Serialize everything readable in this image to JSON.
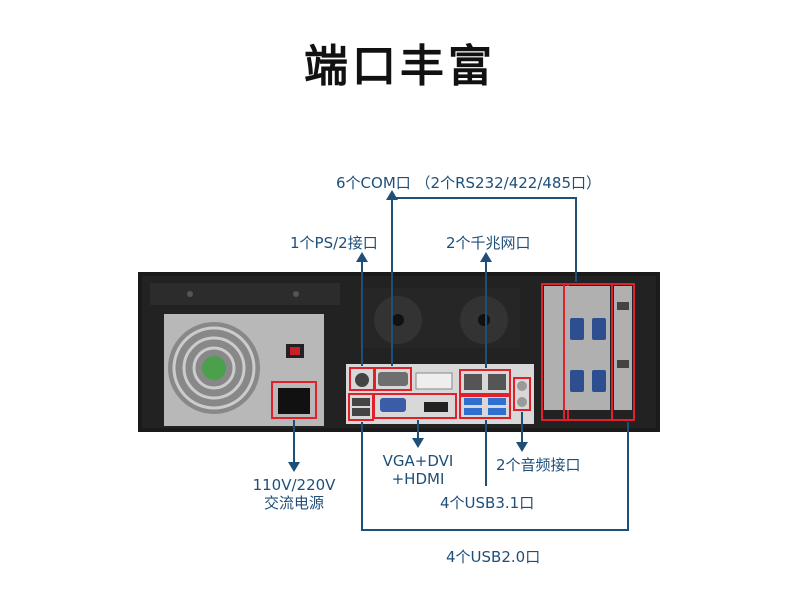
{
  "title": "端口丰富",
  "labels": {
    "com": "6个COM口 （2个RS232/422/485口）",
    "ps2": "1个PS/2接口",
    "lan": "2个千兆网口",
    "power_line1": "110V/220V",
    "power_line2": "交流电源",
    "video_line1": "VGA+DVI",
    "video_line2": "+HDMI",
    "audio": "2个音频接口",
    "usb3": "4个USB3.1口",
    "usb2": "4个USB2.0口"
  },
  "colors": {
    "callout_line": "#1e4f79",
    "highlight_box": "#e0202a",
    "chassis": "#1a1a1a",
    "label_text": "#1e4f79"
  }
}
